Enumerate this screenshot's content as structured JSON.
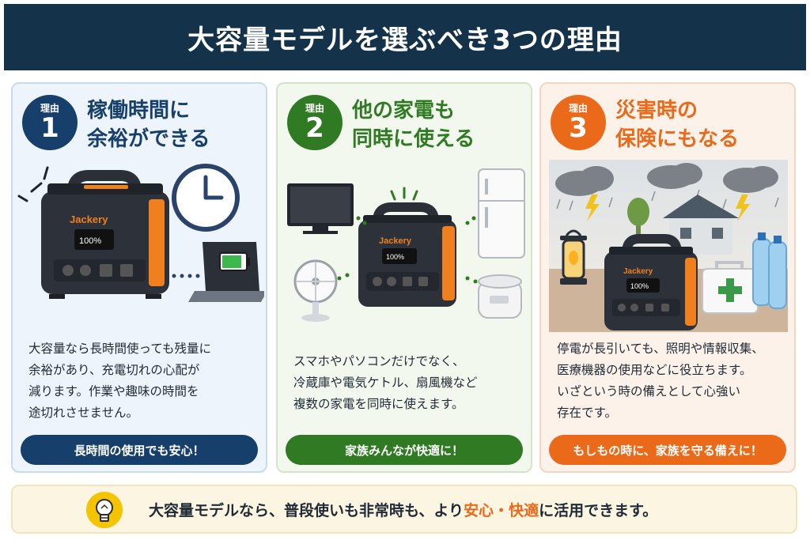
{
  "header": {
    "title": "大容量モデルを選ぶべき3つの理由"
  },
  "badge_label": "理由",
  "cards": [
    {
      "number": "1",
      "title_line1": "稼働時間に",
      "title_line2": "余裕ができる",
      "body_lines": [
        "大容量なら長時間使っても残量に",
        "余裕があり、充電切れの心配が",
        "減ります。作業や趣味の時間を",
        "途切れさせません。"
      ],
      "button": "長時間の使用でも安心！",
      "illustration": [
        "portable-power-station",
        "clock-icon",
        "laptop",
        "battery-icon"
      ]
    },
    {
      "number": "2",
      "title_line1": "他の家電も",
      "title_line2": "同時に使える",
      "body_lines": [
        "スマホやパソコンだけでなく、",
        "冷蔵庫や電気ケトル、扇風機など",
        "複数の家電を同時に使えます。"
      ],
      "button": "家族みんなが快適に！",
      "illustration": [
        "portable-power-station",
        "tv",
        "fan",
        "refrigerator",
        "rice-cooker"
      ]
    },
    {
      "number": "3",
      "title_line1": "災害時の",
      "title_line2": "保険にもなる",
      "body_lines": [
        "停電が長引いても、照明や情報収集、",
        "医療機器の使用などに役立ちます。",
        "いざという時の備えとして心強い",
        "存在です。"
      ],
      "button": "もしもの時に、家族を守る備えに！",
      "illustration": [
        "storm-clouds",
        "house",
        "lantern",
        "portable-power-station",
        "first-aid-kit",
        "water-bottles"
      ]
    }
  ],
  "device": {
    "brand": "Jackery",
    "display": "100%"
  },
  "footer": {
    "text_before": "大容量モデルなら、普段使いも非常時も、より",
    "hl1": "安心",
    "sep": "・",
    "hl2": "快適",
    "text_after": "に活用できます。"
  },
  "colors": {
    "navy": "#173f6b",
    "green": "#2f7a23",
    "orange": "#ea6a1a",
    "banner": "#14324a"
  }
}
